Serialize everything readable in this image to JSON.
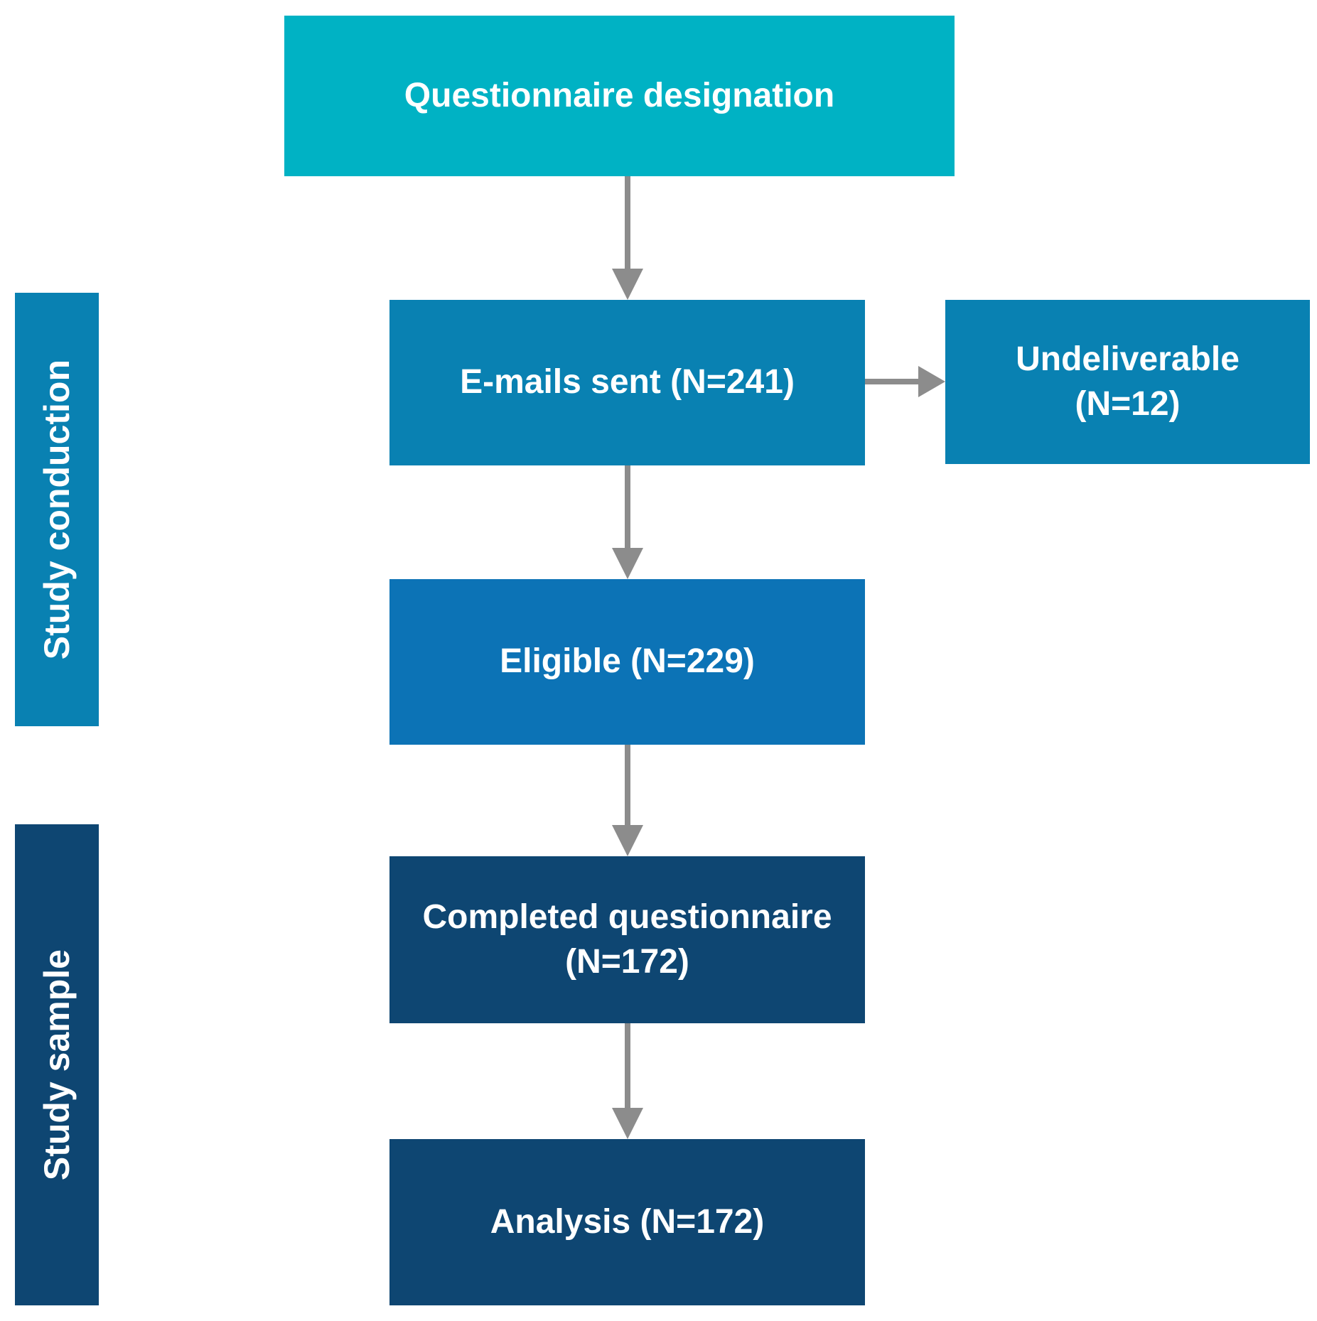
{
  "colors": {
    "teal": "#00b2c4",
    "blue": "#0981b2",
    "denim": "#0c73b6",
    "navy": "#0e4672",
    "arrow": "#8c8c8c",
    "text": "#ffffff",
    "background": "#ffffff"
  },
  "boxes": {
    "questionnaire": {
      "label": "Questionnaire designation"
    },
    "emails": {
      "label": "E-mails sent (N=241)"
    },
    "undeliverable": {
      "line1": "Undeliverable",
      "line2": "(N=12)"
    },
    "eligible": {
      "label": "Eligible (N=229)"
    },
    "completed": {
      "line1": "Completed questionnaire",
      "line2": "(N=172)"
    },
    "analysis": {
      "label": "Analysis (N=172)"
    }
  },
  "side_labels": {
    "conduction": {
      "label": "Study conduction"
    },
    "sample": {
      "label": "Study sample"
    }
  },
  "edges": [
    {
      "from": "questionnaire",
      "to": "emails",
      "direction": "down"
    },
    {
      "from": "emails",
      "to": "undeliverable",
      "direction": "right"
    },
    {
      "from": "emails",
      "to": "eligible",
      "direction": "down"
    },
    {
      "from": "eligible",
      "to": "completed",
      "direction": "down"
    },
    {
      "from": "completed",
      "to": "analysis",
      "direction": "down"
    }
  ],
  "sections": [
    {
      "label": "Study conduction",
      "covers": [
        "emails",
        "eligible"
      ]
    },
    {
      "label": "Study sample",
      "covers": [
        "completed",
        "analysis"
      ]
    }
  ]
}
